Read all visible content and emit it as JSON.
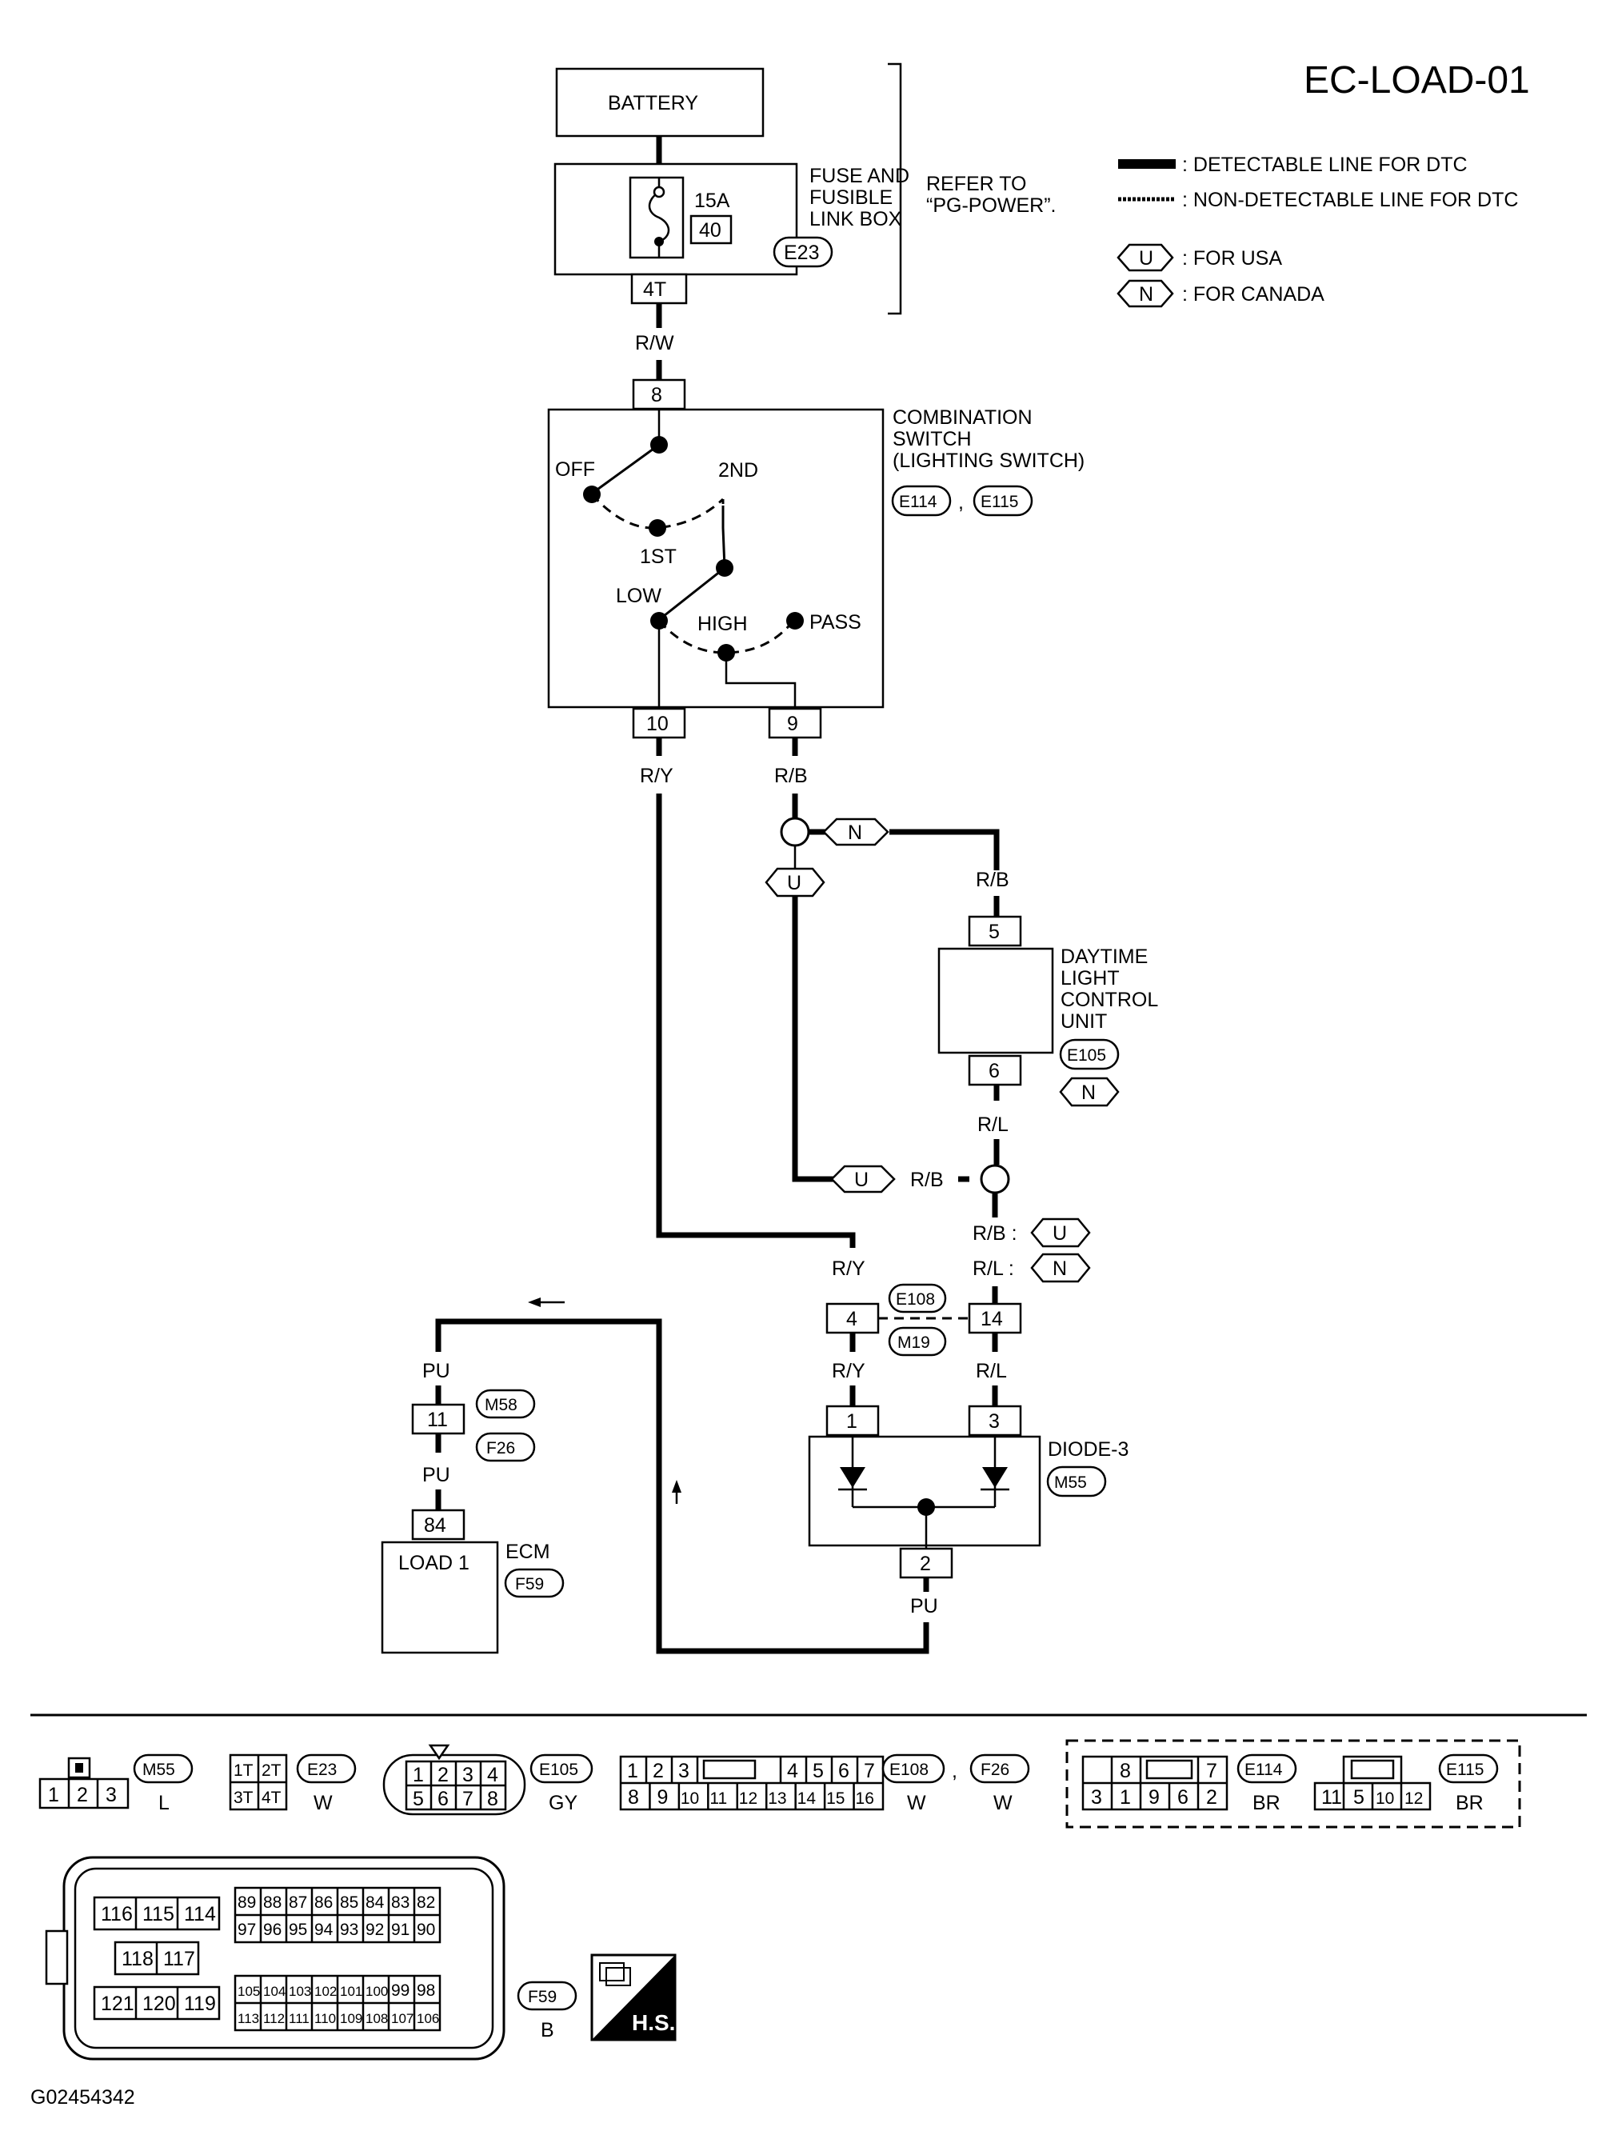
{
  "title": "EC-LOAD-01",
  "footer_code": "G02454342",
  "legend": {
    "detectable": ": DETECTABLE LINE FOR DTC",
    "non_detectable": ": NON-DETECTABLE LINE FOR DTC",
    "usa_tag": "U",
    "usa": ": FOR USA",
    "canada_tag": "N",
    "canada": ": FOR CANADA"
  },
  "battery": "BATTERY",
  "fuse": {
    "rating": "15A",
    "number": "40",
    "label_1": "FUSE AND",
    "label_2": "FUSIBLE",
    "label_3": "LINK BOX",
    "connector": "E23",
    "terminal": "4T",
    "refer_1": "REFER TO",
    "refer_2": "“PG-POWER”."
  },
  "combination_switch": {
    "label_1": "COMBINATION",
    "label_2": "SWITCH",
    "label_3": "(LIGHTING SWITCH)",
    "conn_1": "E114",
    "sep": ",",
    "conn_2": "E115",
    "pin_top": "8",
    "pin_left": "10",
    "pin_right": "9",
    "pos_off": "OFF",
    "pos_2nd": "2ND",
    "pos_1st": "1ST",
    "pos_low": "LOW",
    "pos_high": "HIGH",
    "pos_pass": "PASS"
  },
  "wires": {
    "rw": "R/W",
    "ry": "R/Y",
    "rb": "R/B",
    "rl": "R/L",
    "pu": "PU",
    "rb_colon": "R/B :",
    "rl_colon": "R/L :"
  },
  "daytime_unit": {
    "label_1": "DAYTIME",
    "label_2": "LIGHT",
    "label_3": "CONTROL",
    "label_4": "UNIT",
    "connector": "E105",
    "pin_top": "5",
    "pin_bottom": "6"
  },
  "joint": {
    "conn_top": "E108",
    "conn_bottom": "M19",
    "pin_left": "4",
    "pin_right": "14"
  },
  "diode": {
    "label": "DIODE-3",
    "connector": "M55",
    "pin_1": "1",
    "pin_3": "3",
    "pin_2": "2"
  },
  "ecm_side": {
    "pin_11": "11",
    "conn_m58": "M58",
    "conn_f26": "F26",
    "pin_84": "84",
    "load": "LOAD 1",
    "ecm": "ECM",
    "conn_f59": "F59"
  },
  "connectors": {
    "m55": {
      "name": "M55",
      "color": "L",
      "pins": [
        "1",
        "2",
        "3"
      ]
    },
    "e23": {
      "name": "E23",
      "color": "W",
      "pins_top": [
        "1T",
        "2T"
      ],
      "pins_bottom": [
        "3T",
        "4T"
      ]
    },
    "e105": {
      "name": "E105",
      "color": "GY",
      "pins_top": [
        "1",
        "2",
        "3",
        "4"
      ],
      "pins_bottom": [
        "5",
        "6",
        "7",
        "8"
      ]
    },
    "e108": {
      "name": "E108",
      "sep": ",",
      "name2": "F26",
      "color": "W",
      "color2": "W",
      "top_a": [
        "1",
        "2",
        "3"
      ],
      "top_b": [
        "4",
        "5",
        "6",
        "7"
      ],
      "bottom": [
        "8",
        "9",
        "10",
        "11",
        "12",
        "13",
        "14",
        "15",
        "16"
      ]
    },
    "e114": {
      "name": "E114",
      "color": "BR",
      "top": [
        "8",
        "7"
      ],
      "bottom": [
        "3",
        "1",
        "9",
        "6",
        "2"
      ]
    },
    "e115": {
      "name": "E115",
      "color": "BR",
      "bottom": [
        "11",
        "5",
        "10",
        "12"
      ]
    },
    "f59": {
      "name": "F59",
      "color": "B",
      "r1": [
        "116",
        "115",
        "114"
      ],
      "r2": [
        "118",
        "117"
      ],
      "r3": [
        "121",
        "120",
        "119"
      ],
      "g1": [
        "89",
        "88",
        "87",
        "86",
        "85",
        "84",
        "83",
        "82"
      ],
      "g2": [
        "97",
        "96",
        "95",
        "94",
        "93",
        "92",
        "91",
        "90"
      ],
      "g3": [
        "105",
        "104",
        "103",
        "102",
        "101",
        "100",
        "99",
        "98"
      ],
      "g4": [
        "113",
        "112",
        "111",
        "110",
        "109",
        "108",
        "107",
        "106"
      ]
    },
    "hs": "H.S."
  }
}
